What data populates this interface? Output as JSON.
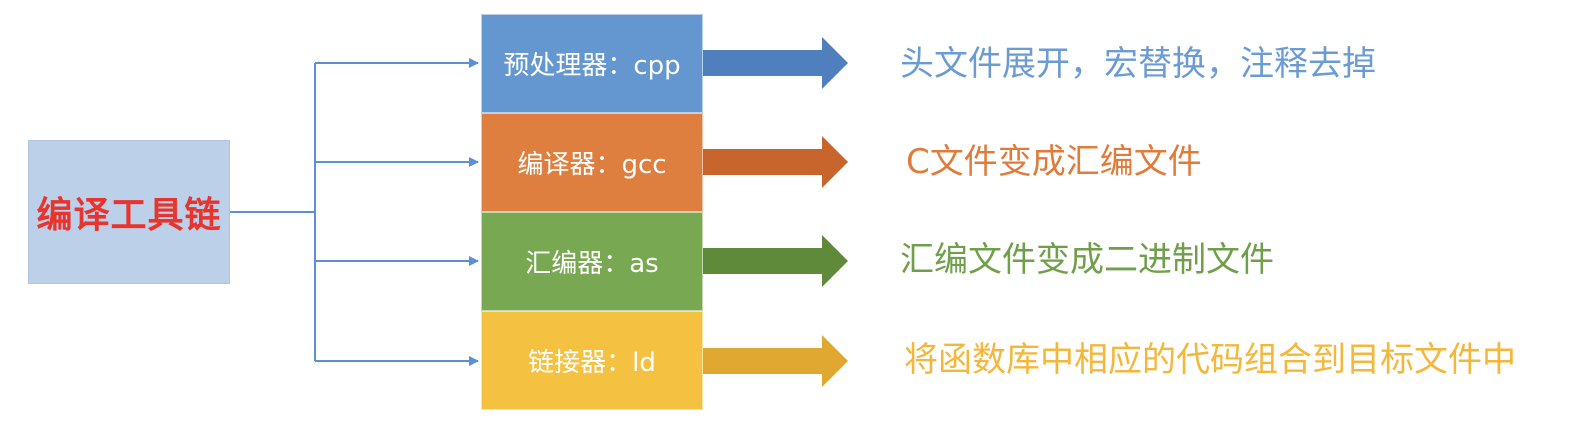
{
  "root": {
    "label": "编译工具链"
  },
  "stages": [
    {
      "label": "预处理器：cpp",
      "description": "头文件展开，宏替换，注释去掉"
    },
    {
      "label": "编译器：gcc",
      "description": "C文件变成汇编文件"
    },
    {
      "label": "汇编器：as",
      "description": "汇编文件变成二进制文件"
    },
    {
      "label": "链接器：ld",
      "description": "将函数库中相应的代码组合到目标文件中"
    }
  ],
  "colors": {
    "root_fill": "#bcd0e9",
    "root_text": "#e8342d",
    "connector": "#5b8fd6",
    "stage_fills": [
      "#6496d0",
      "#de7f40",
      "#79a852",
      "#f4c140"
    ],
    "arrow_fills": [
      "#4f7fbd",
      "#c8652c",
      "#5f8a3a",
      "#e0a830"
    ],
    "description_text": [
      "#6b9bd4",
      "#e07b3a",
      "#6f9f4a",
      "#f5b73a"
    ]
  }
}
